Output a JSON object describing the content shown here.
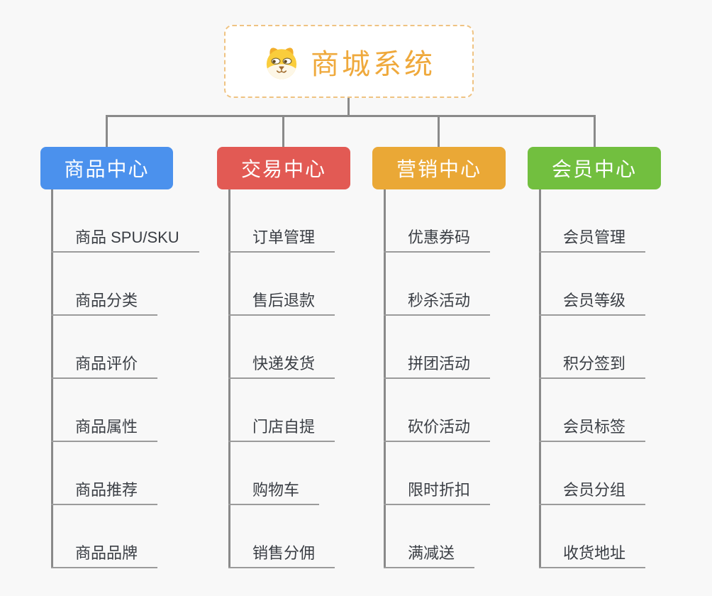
{
  "root": {
    "title": "商城系统",
    "icon": "dog-face-icon",
    "title_color": "#efa93c",
    "border_color": "#efc382"
  },
  "connector_color": "#8a8a8a",
  "underline_color": "#9b9b9b",
  "branches": [
    {
      "label": "商品中心",
      "color": "#4b91ed",
      "children": [
        "商品 SPU/SKU",
        "商品分类",
        "商品评价",
        "商品属性",
        "商品推荐",
        "商品品牌"
      ]
    },
    {
      "label": "交易中心",
      "color": "#e25a54",
      "children": [
        "订单管理",
        "售后退款",
        "快递发货",
        "门店自提",
        "购物车",
        "销售分佣"
      ]
    },
    {
      "label": "营销中心",
      "color": "#eaa836",
      "children": [
        "优惠券码",
        "秒杀活动",
        "拼团活动",
        "砍价活动",
        "限时折扣",
        "满减送"
      ]
    },
    {
      "label": "会员中心",
      "color": "#72bf3f",
      "children": [
        "会员管理",
        "会员等级",
        "积分签到",
        "会员标签",
        "会员分组",
        "收货地址"
      ]
    }
  ]
}
